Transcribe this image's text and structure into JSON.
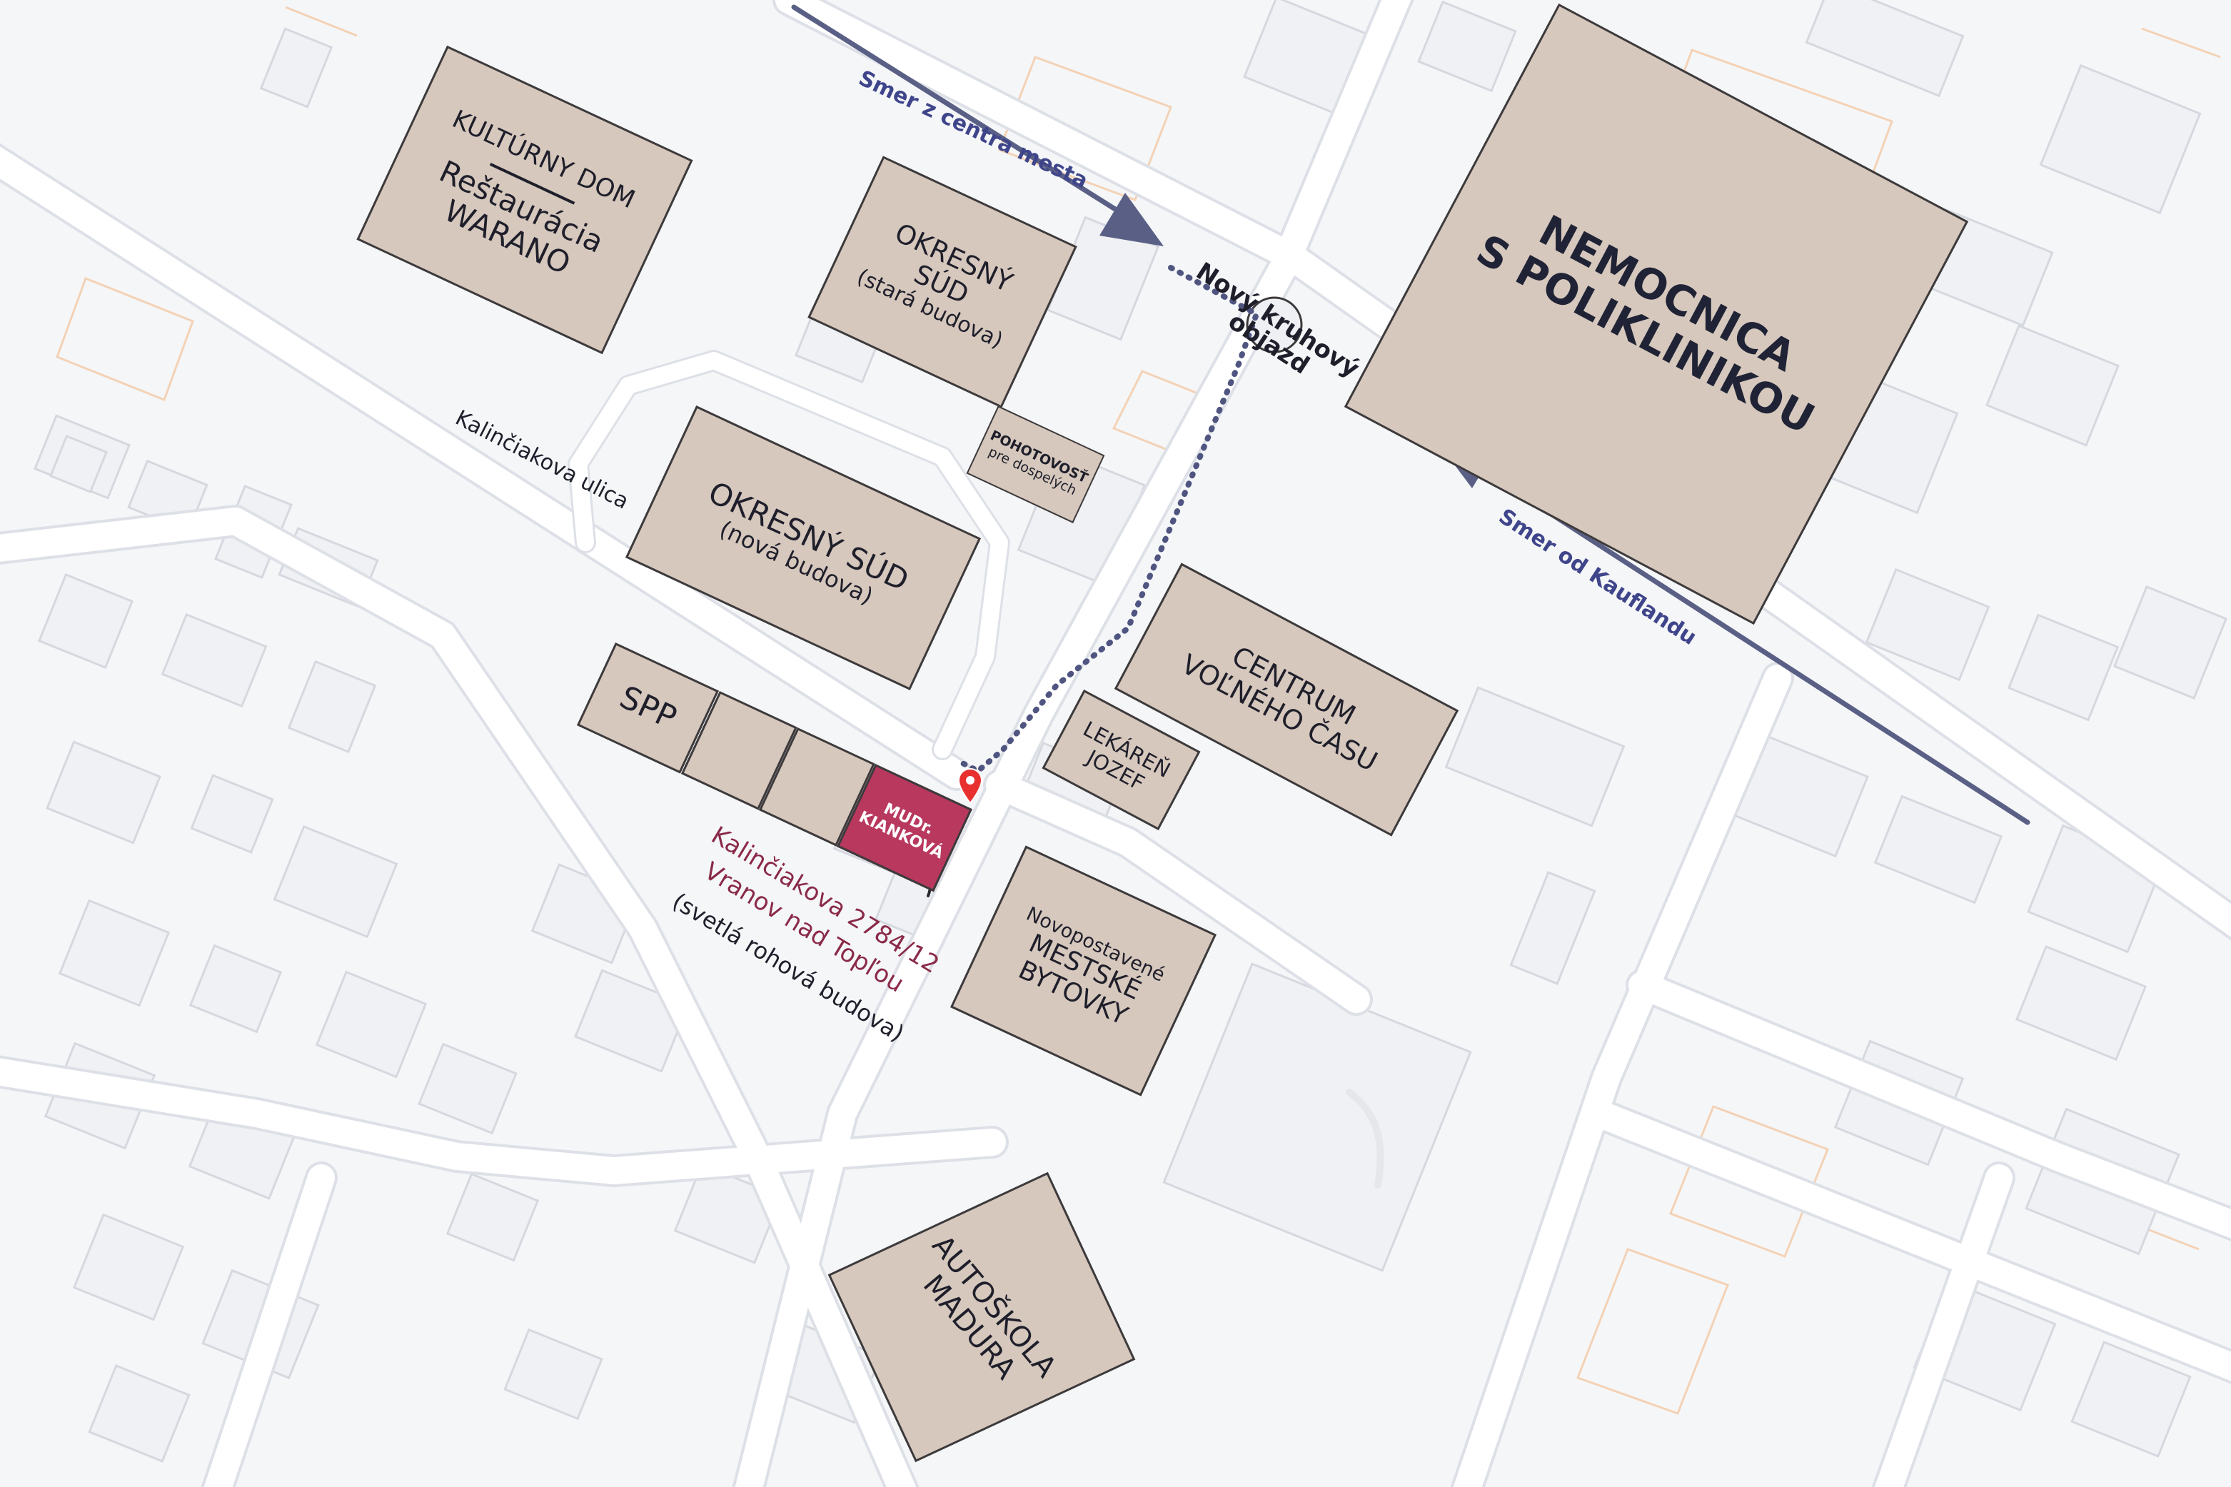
{
  "map": {
    "colors": {
      "background": "#f5f6f8",
      "building_fill": "#d6c8bd",
      "building_border": "#3d3a3c",
      "highlight_fill": "#b8385e",
      "arrow_color": "#4f5580",
      "route_color": "#4f5580",
      "address_color": "#8a2a48",
      "text_dark": "#1f1f2b"
    },
    "buildings": {
      "kulturny_dom": {
        "line1": "KULTÚRNY DOM",
        "line2": "Reštaurácia",
        "line3": "WARANO"
      },
      "okresny_sud_stara": {
        "line1": "OKRESNÝ",
        "line2": "SÚD",
        "line3": "(stará budova)"
      },
      "pohotovost": {
        "line1": "POHOTOVOSŤ",
        "line2": "pre dospelých"
      },
      "okresny_sud_nova": {
        "line1": "OKRESNÝ SÚD",
        "line2": "(nová budova)"
      },
      "spp": {
        "line1": "SPP"
      },
      "mudr": {
        "line1": "MUDr.",
        "line2": "KIANKOVÁ"
      },
      "centrum": {
        "line1": "CENTRUM",
        "line2": "VOĽNÉHO ČASU"
      },
      "lekaren": {
        "line1": "LEKÁREŇ",
        "line2": "JOZEF"
      },
      "bytovky": {
        "line1": "Novopostavené",
        "line2": "MESTSKÉ",
        "line3": "BYTOVKY"
      },
      "nemocnica": {
        "line1": "NEMOCNICA",
        "line2": "S POLIKLINIKOU"
      },
      "autoskola": {
        "line1": "AUTOŠKOLA",
        "line2": "MADURA"
      }
    },
    "labels": {
      "street": "Kalinčiakova ulica",
      "dir_center": "Smer z centra mesta",
      "dir_kaufland": "Smer od Kauflandu",
      "roundabout_line1": "Nový kruhový",
      "roundabout_line2": "objazd",
      "address_line1": "Kalinčiakova 2784/12",
      "address_line2": "Vranov nad Topľou",
      "address_line3": "(svetlá rohová budova)"
    },
    "icons": {
      "pin": "location-pin-icon",
      "arrow": "arrow-icon"
    }
  }
}
